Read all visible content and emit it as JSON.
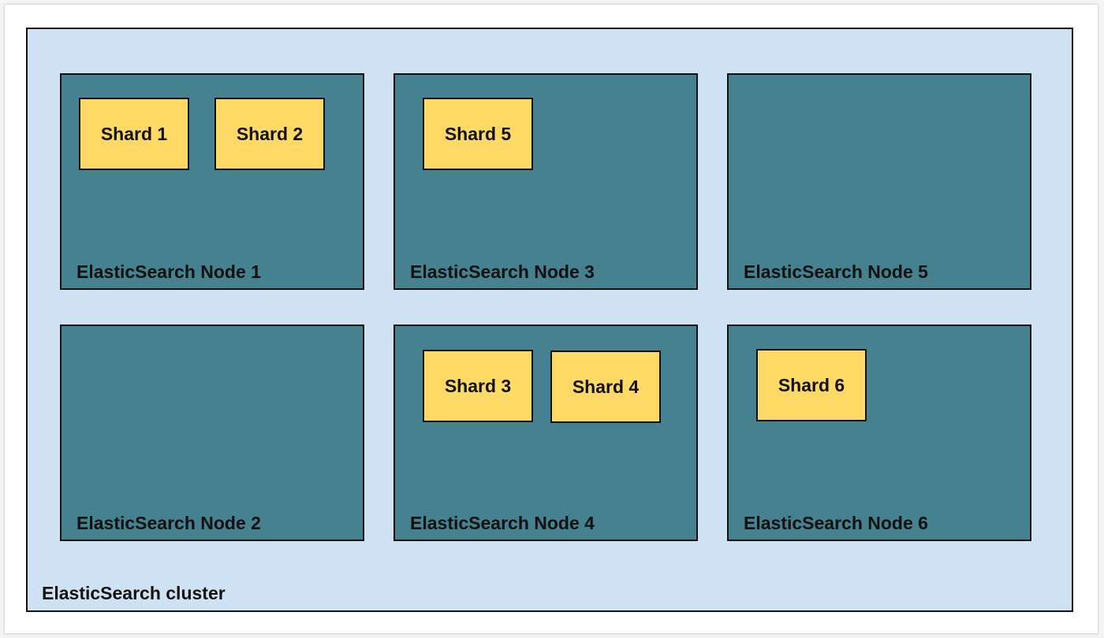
{
  "cluster": {
    "label": "ElasticSearch cluster"
  },
  "nodes": [
    {
      "label": "ElasticSearch Node 1"
    },
    {
      "label": "ElasticSearch Node 2"
    },
    {
      "label": "ElasticSearch Node 3"
    },
    {
      "label": "ElasticSearch Node 4"
    },
    {
      "label": "ElasticSearch Node 5"
    },
    {
      "label": "ElasticSearch Node 6"
    }
  ],
  "shards": [
    {
      "label": "Shard 1"
    },
    {
      "label": "Shard 2"
    },
    {
      "label": "Shard 3"
    },
    {
      "label": "Shard 4"
    },
    {
      "label": "Shard 5"
    },
    {
      "label": "Shard 6"
    }
  ],
  "colors": {
    "cluster_fill": "#cfe2f3",
    "node_fill": "#45818e",
    "shard_fill": "#ffd966",
    "border": "#111111"
  }
}
